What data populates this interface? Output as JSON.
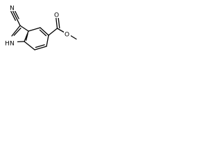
{
  "molecule": {
    "atoms": {
      "nitrile_n": "N",
      "ester_o_carbonyl": "O",
      "ester_o_methoxy": "O",
      "indole_nh": "H",
      "indole_n": "N"
    },
    "colors": {
      "bond": "#000000",
      "label": "#000000",
      "background": "#ffffff"
    }
  }
}
